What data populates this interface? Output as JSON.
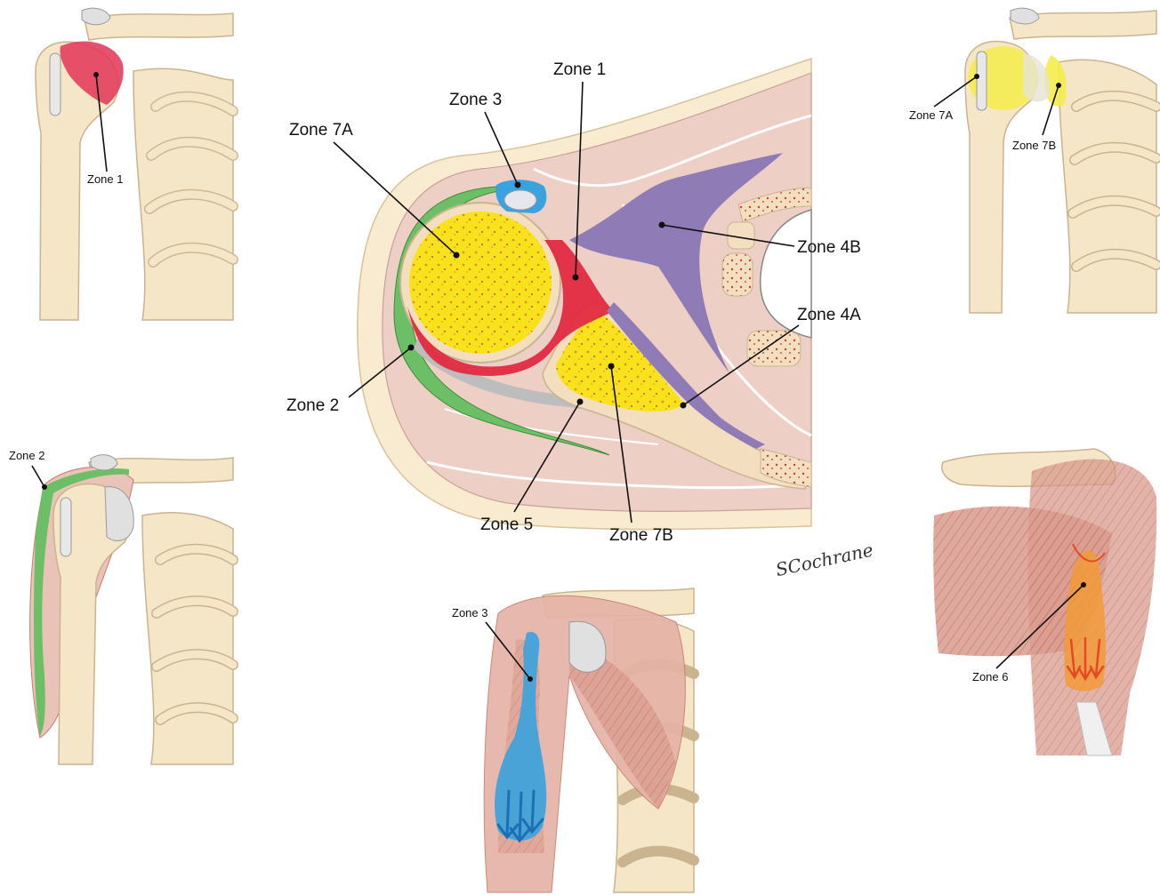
{
  "signature": "SCochrane",
  "center": {
    "labels": {
      "zone1": "Zone 1",
      "zone2": "Zone 2",
      "zone3": "Zone 3",
      "zone4a": "Zone 4A",
      "zone4b": "Zone 4B",
      "zone5": "Zone 5",
      "zone7a": "Zone 7A",
      "zone7b": "Zone 7B"
    }
  },
  "panels": {
    "zone1_panel": {
      "label": "Zone 1"
    },
    "zone2_panel": {
      "label": "Zone 2"
    },
    "zone3_panel": {
      "label": "Zone 3"
    },
    "zone6_panel": {
      "label": "Zone 6"
    },
    "zone7_panel": {
      "label_a": "Zone 7A",
      "label_b": "Zone 7B"
    }
  },
  "colors": {
    "bone": "#f5e6c8",
    "bone_outline": "#c9b48f",
    "muscle": "#e9c2b8",
    "muscle_dark": "#c97b6c",
    "marrow": "#f7e21c",
    "zone1": "#e2263d",
    "zone2": "#6dbf67",
    "zone3": "#3aa2de",
    "zone4": "#8f7bb5",
    "zone5": "#b9b9b9",
    "zone6": "#f29a3a",
    "zone7": "#f5ec4a"
  }
}
